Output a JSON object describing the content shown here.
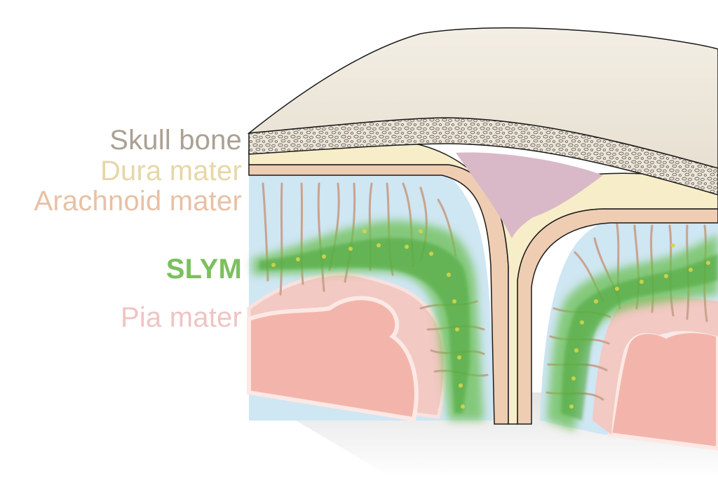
{
  "labels": {
    "skull": "Skull bone",
    "dura": "Dura mater",
    "arachnoid": "Arachnoid mater",
    "slym": "SLYM",
    "pia": "Pia mater"
  },
  "colors": {
    "skull_label": "#aba094",
    "dura_label": "#e6d7a6",
    "arachnoid_label": "#e9c0a4",
    "slym_label": "#7cc05e",
    "pia_label": "#efc4c2",
    "skull_fill": "#ece6da",
    "dura_fill": "#f7edc9",
    "arachnoid_fill": "#efcdb2",
    "csf_fill": "#cfe6f3",
    "brain_fill": "#f4c6bf",
    "sinus_fill": "#d9b9c7",
    "slym_fill": "#5fb548"
  }
}
